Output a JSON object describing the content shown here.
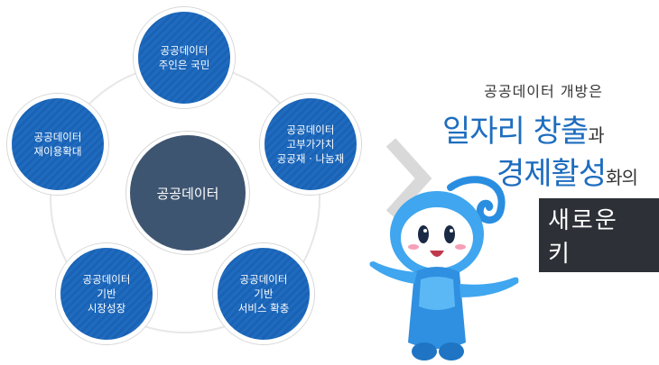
{
  "center_label": "공공데이터",
  "nodes": [
    {
      "id": "top",
      "text": "공공데이터\n주인은 국민"
    },
    {
      "id": "upper-right",
      "text": "공공데이터\n고부가가치\n공공재 · 나눔재"
    },
    {
      "id": "lower-right",
      "text": "공공데이터\n기반\n서비스 확충"
    },
    {
      "id": "lower-left",
      "text": "공공데이터\n기반\n시장성장"
    },
    {
      "id": "upper-left",
      "text": "공공데이터\n재이용확대"
    }
  ],
  "headline": {
    "line1": "공공데이터 개방은",
    "line2_main": "일자리 창출",
    "line2_suffix": "과",
    "line3_main": "경제활성",
    "line3_suffix": "화의",
    "line4": "새로운 키"
  },
  "colors": {
    "node_blue": "#1f6bbf",
    "center": "#3e5571",
    "accent": "#1d6dbf",
    "key_bg": "#2d3036"
  },
  "icons": [
    "chevron-right-icon",
    "mascot-character"
  ]
}
